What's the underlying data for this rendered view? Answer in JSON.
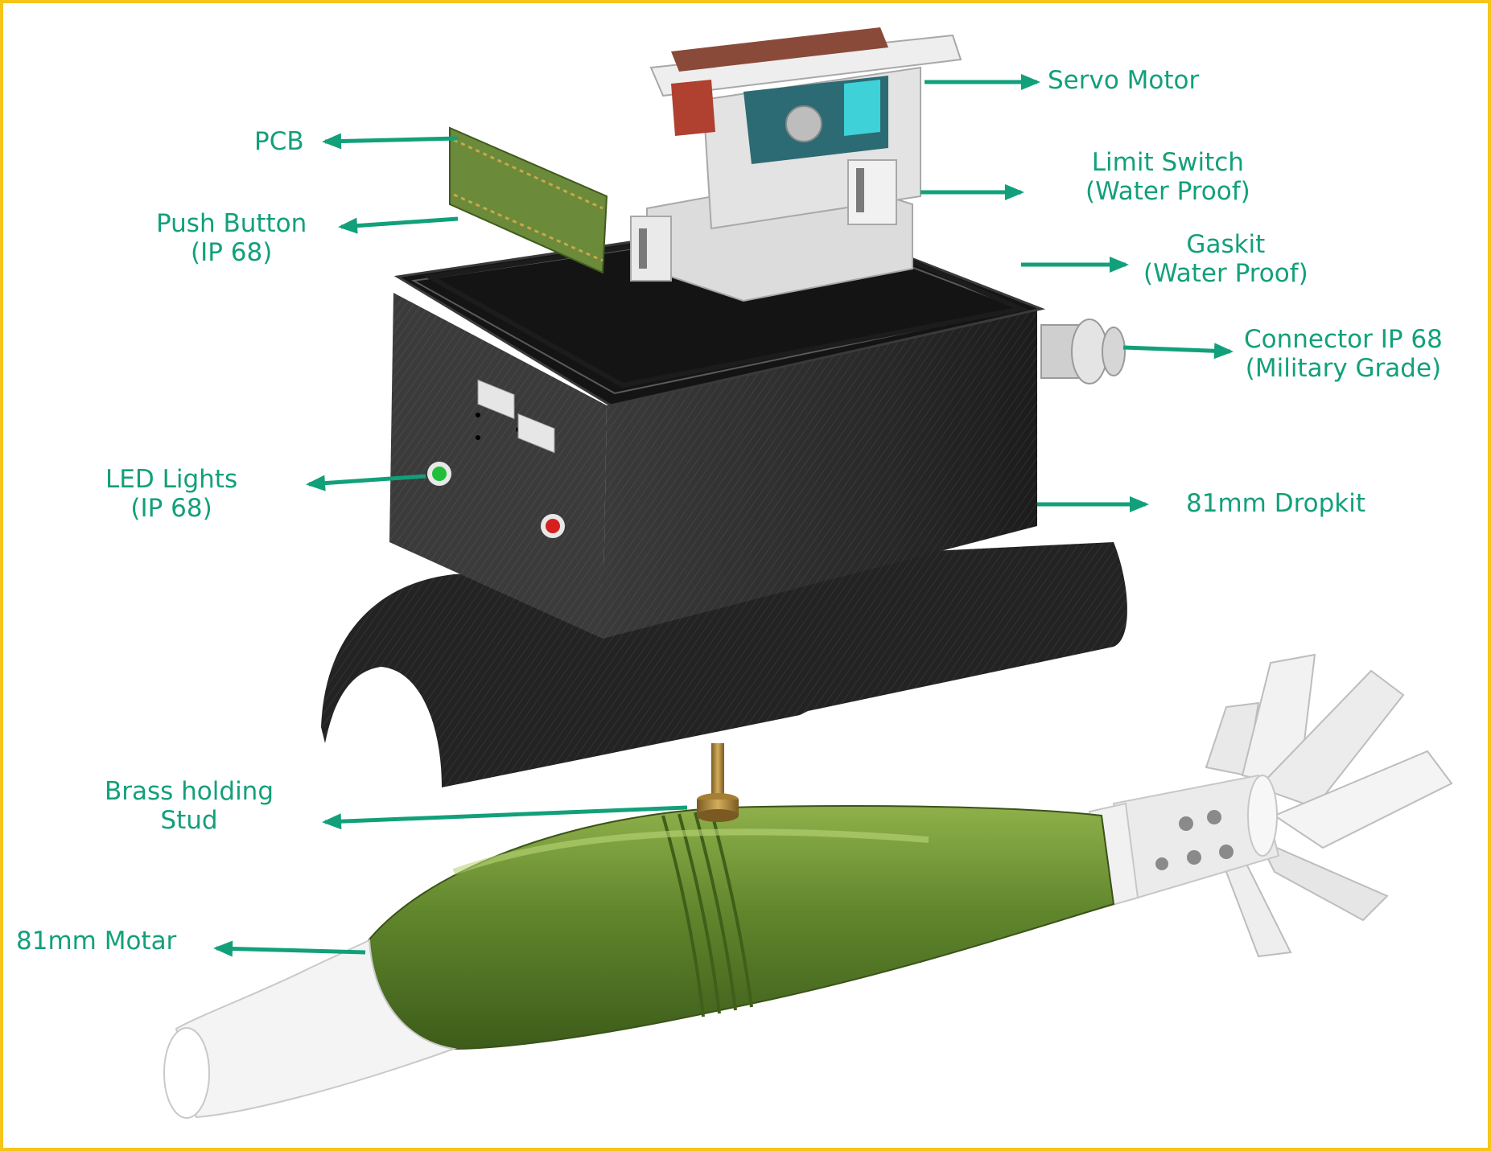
{
  "colors": {
    "border": "#f5c518",
    "label_text": "#12a07a",
    "arrow": "#12a07a",
    "housing": "#2d2d2d",
    "mortar_body": "#5a7e2a",
    "mortar_white": "#f4f4f4",
    "brass": "#b08a3c",
    "led_green": "#1fbf3a",
    "led_red": "#d52020"
  },
  "labels": {
    "servo_motor": "Servo Motor",
    "pcb": "PCB",
    "limit_switch_l1": "Limit Switch",
    "limit_switch_l2": "(Water Proof)",
    "push_button_l1": "Push Button",
    "push_button_l2": "(IP 68)",
    "gaskit_l1": "Gaskit",
    "gaskit_l2": "(Water Proof)",
    "connector_l1": "Connector IP 68",
    "connector_l2": "(Military Grade)",
    "led_lights_l1": "LED Lights",
    "led_lights_l2": "(IP 68)",
    "dropkit": "81mm Dropkit",
    "brass_stud_l1": "Brass holding",
    "brass_stud_l2": "Stud",
    "mortar": "81mm Motar"
  }
}
